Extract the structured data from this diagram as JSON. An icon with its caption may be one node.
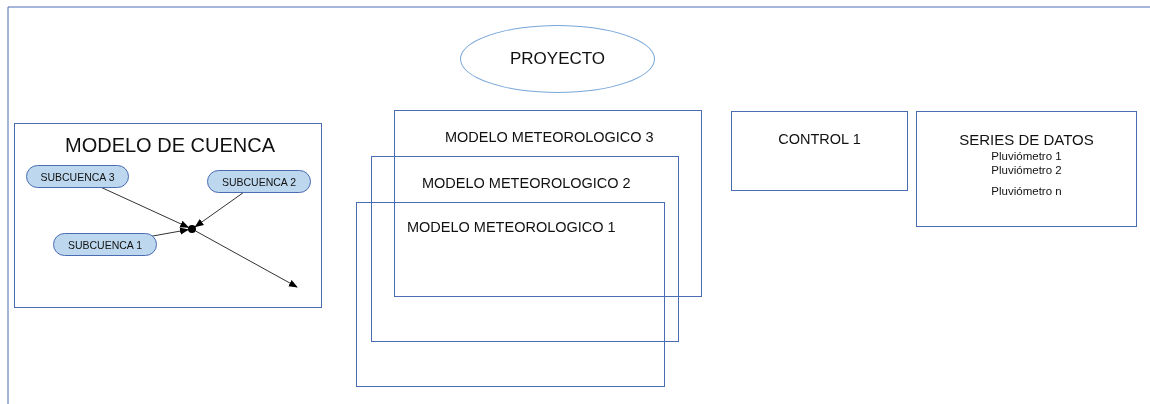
{
  "diagram": {
    "nodes": [
      {
        "text": [
          "PROYECTO"
        ]
      },
      {
        "text": [
          "MODELO DE CUENCA"
        ]
      },
      {
        "text": [
          "SUBCUENCA 3"
        ],
        "in": 1
      },
      {
        "text": [
          "SUBCUENCA 2"
        ],
        "in": 1
      },
      {
        "text": [
          "SUBCUENCA 1"
        ],
        "in": 1
      },
      {
        "text": [],
        "shape": "circle",
        "in": 1
      },
      {
        "text": [
          "MODELO METEOROLOGICO 3"
        ]
      },
      {
        "text": [
          "MODELO METEOROLOGICO 2"
        ]
      },
      {
        "text": [
          "MODELO METEOROLOGICO 1"
        ]
      },
      {
        "text": [
          "CONTROL 1"
        ]
      },
      {
        "text": [
          "SERIES DE DATOS",
          "Pluviómetro 1",
          "Pluviómetro 2",
          "Pluviómetro n"
        ]
      }
    ],
    "edges": [
      {
        "from": 2,
        "to": 5,
        "arrow": "to"
      },
      {
        "from": 3,
        "to": 5,
        "arrow": "to"
      },
      {
        "from": 4,
        "to": 5,
        "arrow": "to"
      },
      {
        "from": 5,
        "to": null,
        "arrow": "to"
      }
    ]
  }
}
